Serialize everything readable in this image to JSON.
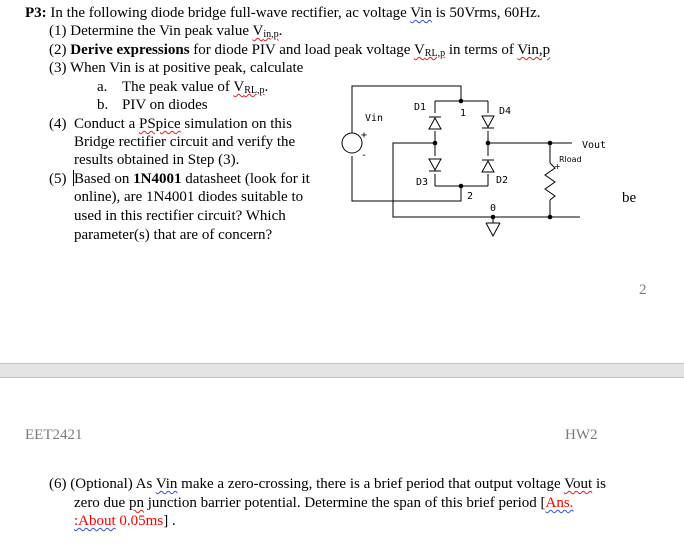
{
  "problem": {
    "label": "P3:",
    "intro": {
      "text_before": " In the following diode bridge full-wave rectifier, ac voltage ",
      "vin": "Vin",
      "text_after": " is 50Vrms, 60Hz."
    },
    "items": [
      {
        "num": "(1)",
        "text_before": " Determine the Vin peak value ",
        "var": "V",
        "var_sub": "in,p",
        "text_after": "."
      },
      {
        "num": "(2)",
        "bold": " Derive expressions",
        "text_before": " for diode PIV and load peak voltage ",
        "var": "V",
        "var_sub": "RL,p",
        "text_mid": " in terms of ",
        "var2": "Vin,p"
      },
      {
        "num": "(3)",
        "text": " When Vin is at positive peak, calculate"
      },
      {
        "num": "a.",
        "text_before": "The peak value of ",
        "var": "V",
        "var_sub": "RL,p",
        "text_after": "."
      },
      {
        "num": "b.",
        "text": "PIV on diodes"
      },
      {
        "num": "(4)",
        "lines": [
          "Conduct a ",
          "PSpice",
          " simulation on this",
          "Bridge rectifier circuit and verify the",
          "results obtained in Step (3)."
        ]
      },
      {
        "num": "(5)",
        "line1_before": "Based on ",
        "line1_bold": "1N4001",
        "line1_after": " datasheet (look for it",
        "lines": [
          "online), are 1N4001 diodes suitable to",
          "used in this rectifier circuit? Which",
          "parameter(s) that are of concern?"
        ]
      }
    ],
    "stray_text": "be"
  },
  "schematic": {
    "source_label": "Vin",
    "source_plus": "+",
    "source_minus": "-",
    "diodes": [
      "D1",
      "D4",
      "D3",
      "D2"
    ],
    "nodes": [
      "1",
      "2",
      "0"
    ],
    "output_label": "Vout",
    "load_label": "Rload",
    "load_plus": "+"
  },
  "page": {
    "page_number": "2",
    "footer_left": "EET2421",
    "footer_right": "HW2"
  },
  "item6": {
    "num": "(6)",
    "line1_a": " (Optional) As ",
    "line1_vin": "Vin",
    "line1_b": " make a zero-crossing, there is a brief period that output voltage ",
    "line1_vout": "Vout",
    "line1_c": " is",
    "line2_a": "zero due ",
    "line2_pn": "pn",
    "line2_b": " junction barrier potential. Determine the span of this brief period [",
    "line2_ans": "Ans.",
    "line3_about": ":About",
    "line3_val": " 0.05ms",
    "line3_end": "] ."
  }
}
